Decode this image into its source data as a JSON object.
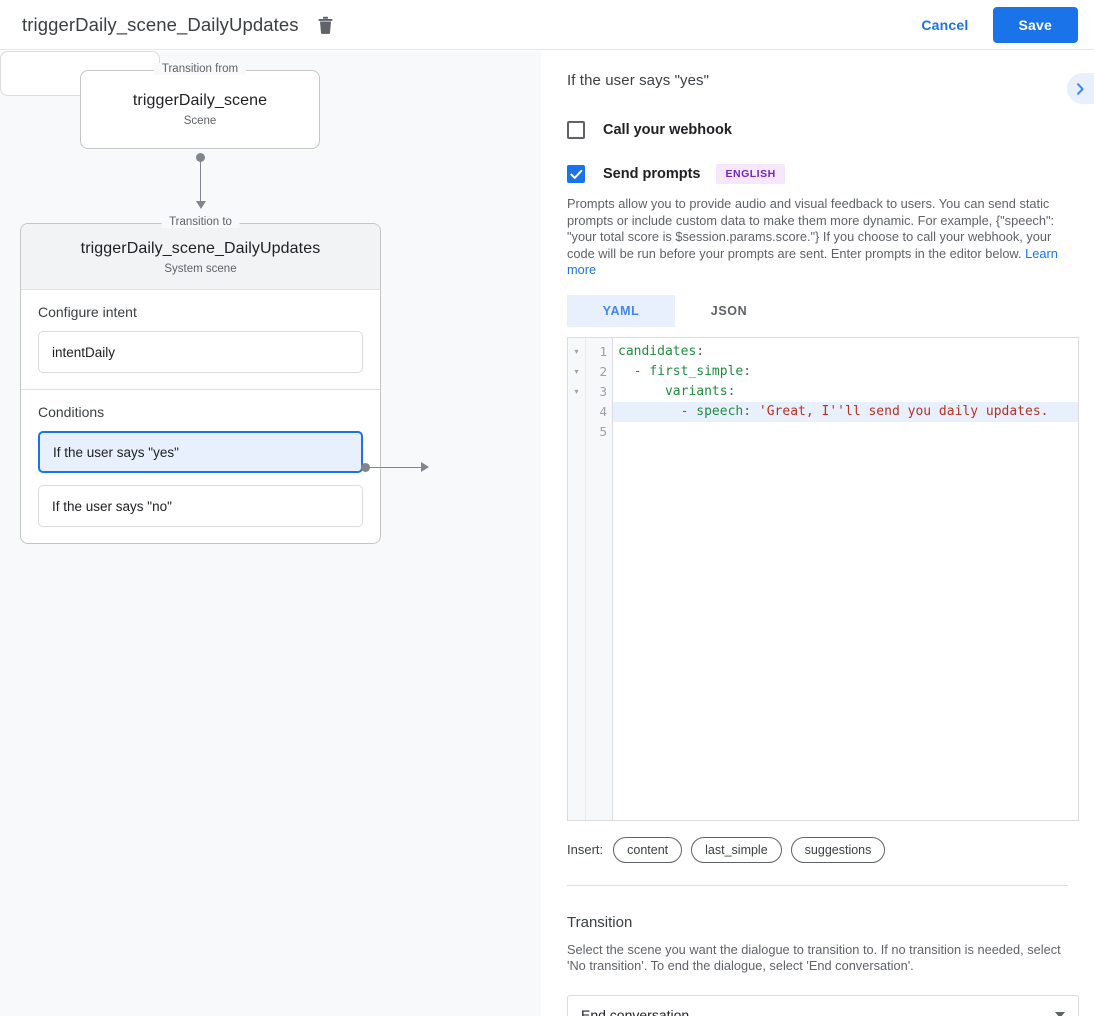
{
  "topbar": {
    "title": "triggerDaily_scene_DailyUpdates",
    "delete_icon": "trash-icon",
    "cancel_label": "Cancel",
    "save_label": "Save"
  },
  "canvas": {
    "transition_from": {
      "legend": "Transition from",
      "title": "triggerDaily_scene",
      "subtitle": "Scene"
    },
    "transition_to": {
      "legend": "Transition to",
      "title": "triggerDaily_scene_DailyUpdates",
      "subtitle": "System scene"
    },
    "configure_intent": {
      "label": "Configure intent",
      "value": "intentDaily"
    },
    "conditions": {
      "label": "Conditions",
      "items": [
        {
          "text": "If the user says \"yes\"",
          "selected": true
        },
        {
          "text": "If the user says \"no\"",
          "selected": false
        }
      ]
    }
  },
  "panel": {
    "header_title": "If the user says \"yes\"",
    "collapse_icon": "chevron-right-icon",
    "webhook": {
      "label": "Call your webhook",
      "checked": false
    },
    "prompts": {
      "label": "Send prompts",
      "checked": true,
      "badge": "ENGLISH",
      "help_text": "Prompts allow you to provide audio and visual feedback to users. You can send static prompts or include custom data to make them more dynamic. For example, {\"speech\": \"your total score is $session.params.score.\"} If you choose to call your webhook, your code will be run before your prompts are sent. Enter prompts in the editor below.",
      "help_link": "Learn more"
    },
    "editor": {
      "tabs": [
        {
          "label": "YAML",
          "active": true
        },
        {
          "label": "JSON",
          "active": false
        }
      ],
      "line_numbers": [
        "1",
        "2",
        "3",
        "4",
        "5"
      ],
      "fold_arrows": [
        "▾",
        "▾",
        "▾",
        "",
        ""
      ],
      "lines": [
        {
          "num": "1",
          "key": "candidates",
          "punc": ":",
          "indent": "",
          "dash": "",
          "str": "",
          "highlight": false
        },
        {
          "num": "2",
          "key": "first_simple",
          "punc": ":",
          "indent": "  ",
          "dash": "- ",
          "str": "",
          "highlight": false
        },
        {
          "num": "3",
          "key": "variants",
          "punc": ":",
          "indent": "      ",
          "dash": "",
          "str": "",
          "highlight": false
        },
        {
          "num": "4",
          "key": "speech",
          "punc": ": ",
          "indent": "        ",
          "dash": "- ",
          "str": "'Great, I''ll send you daily updates.",
          "highlight": true
        },
        {
          "num": "5",
          "key": "",
          "punc": "",
          "indent": "",
          "dash": "",
          "str": "",
          "highlight": false
        }
      ]
    },
    "insert": {
      "label": "Insert:",
      "chips": [
        "content",
        "last_simple",
        "suggestions"
      ]
    },
    "transition": {
      "title": "Transition",
      "description": "Select the scene you want the dialogue to transition to. If no transition is needed, select 'No transition'. To end the dialogue, select 'End conversation'.",
      "selected_value": "End conversation",
      "caret_icon": "caret-down-icon"
    }
  },
  "colors": {
    "accent": "#1a73e8",
    "accent_light": "#e8f0fe",
    "canvas_bg": "#f8f9fa",
    "badge_bg": "#f5e7fd",
    "badge_fg": "#7627bb",
    "code_key": "#1e8e3e",
    "code_string": "#b93221"
  }
}
